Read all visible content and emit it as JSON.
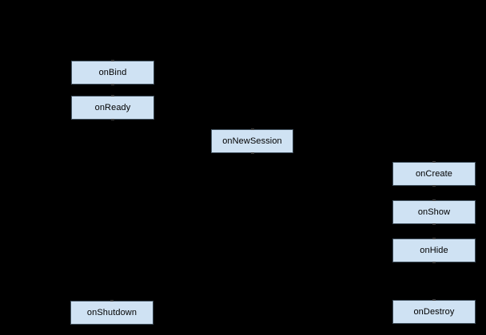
{
  "colors": {
    "background": "#000000",
    "node_fill": "#cfe2f3",
    "node_border": "#42525f",
    "node_text": "#000000"
  },
  "diagram": {
    "type": "flowchart",
    "description": "Lifecycle callback flow; connector arrows drawn in black are not visible against the black background",
    "nodes": [
      {
        "label": "onBind"
      },
      {
        "label": "onReady"
      },
      {
        "label": "onNewSession"
      },
      {
        "label": "onCreate"
      },
      {
        "label": "onShow"
      },
      {
        "label": "onHide"
      },
      {
        "label": "onDestroy"
      },
      {
        "label": "onShutdown"
      }
    ]
  }
}
